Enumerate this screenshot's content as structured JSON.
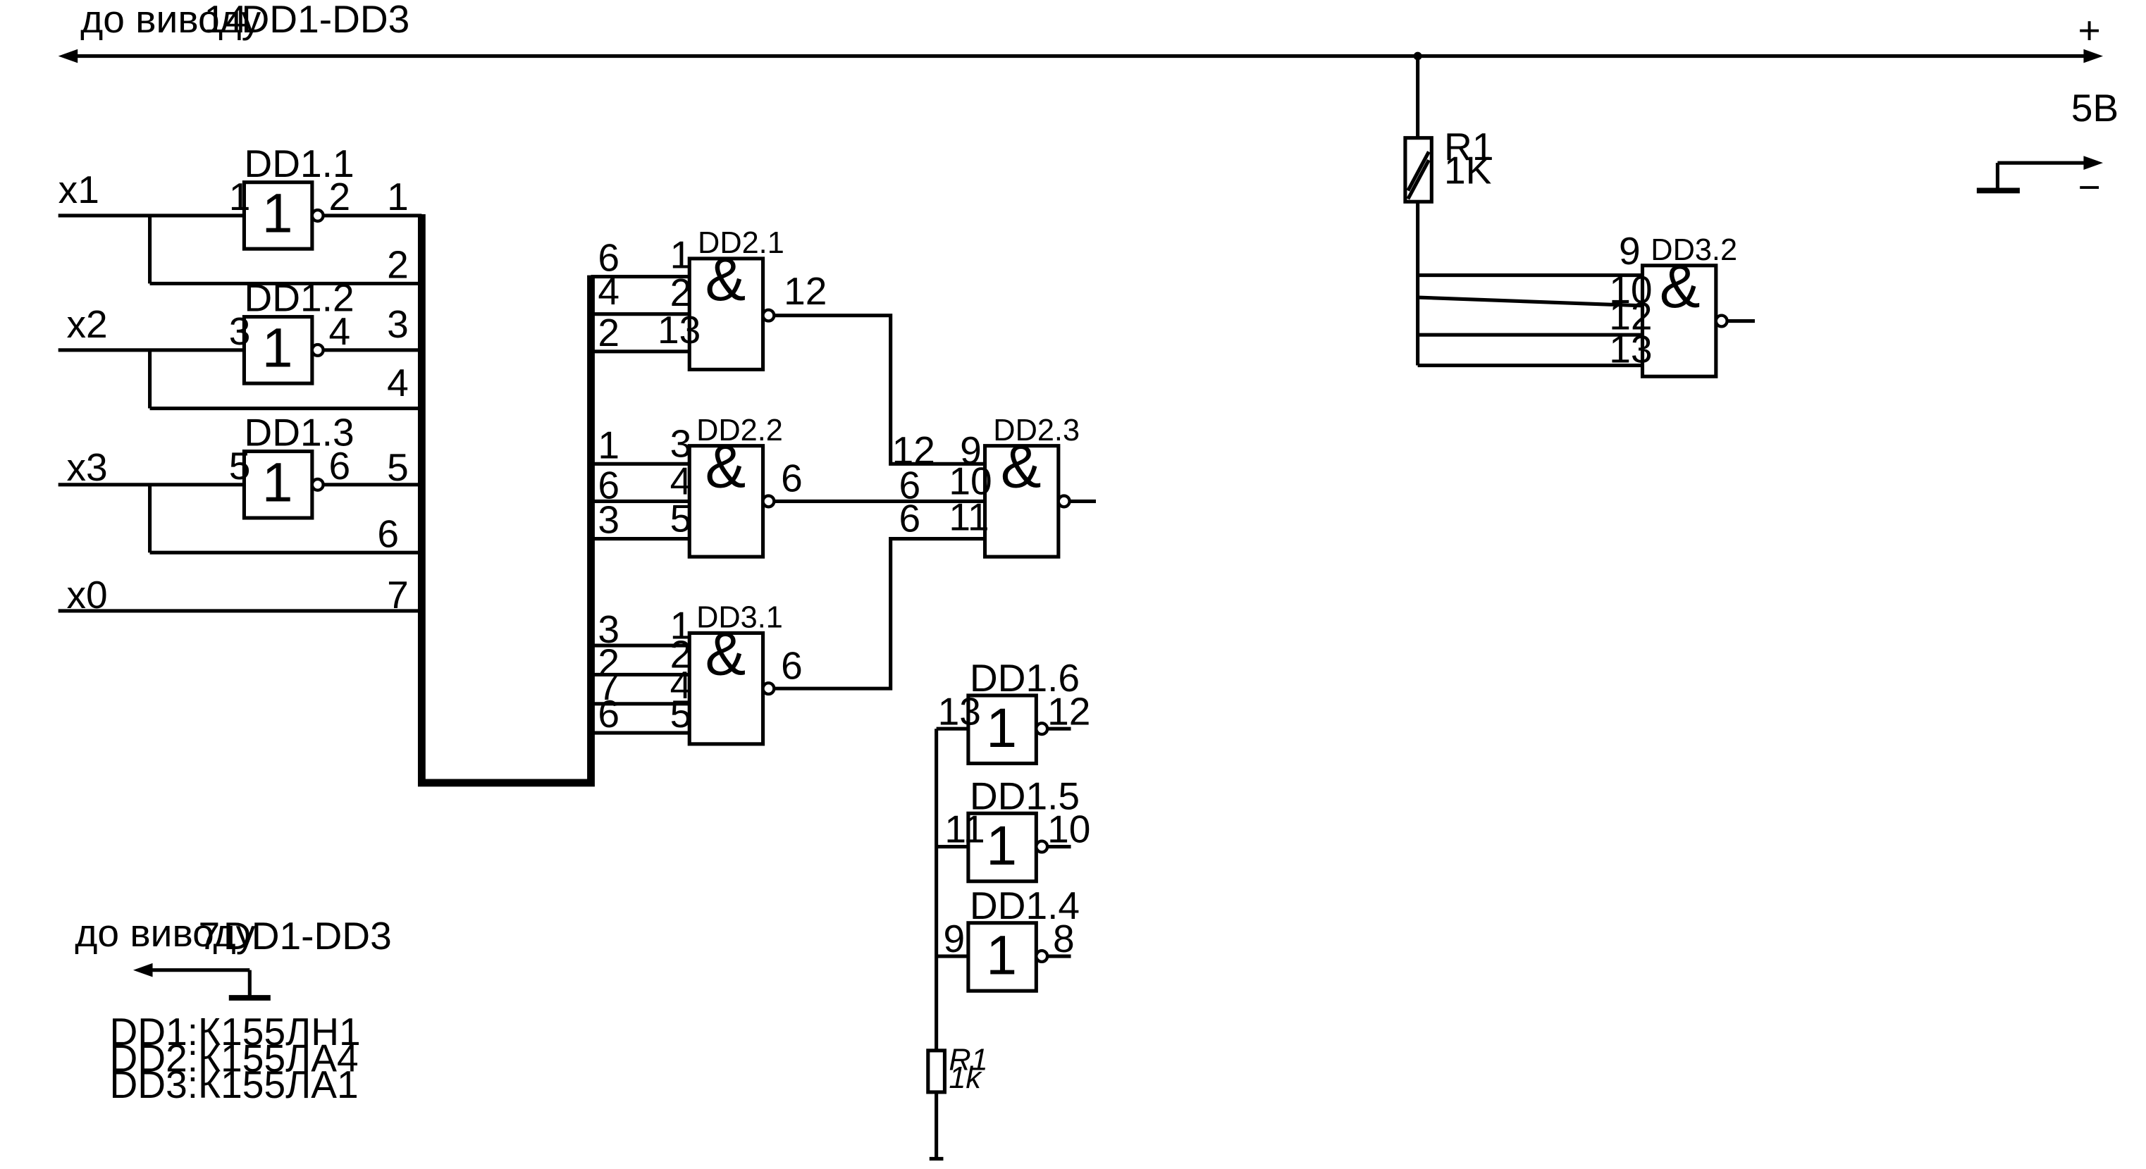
{
  "top_note": {
    "prefix": "до виводу",
    "pin": "14",
    "chips": "DD1-DD3"
  },
  "bottom_note": {
    "prefix": "до виводу",
    "pin": "7",
    "chips": "DD1-DD3"
  },
  "supply": {
    "plus": "+",
    "voltage": "5В",
    "minus": "−"
  },
  "inputs": [
    "x1",
    "x2",
    "x3",
    "x0"
  ],
  "bus_pin_labels": [
    "1",
    "2",
    "3",
    "4",
    "5",
    "6",
    "7"
  ],
  "resistor_top": {
    "name": "R1",
    "value": "1K"
  },
  "resistor_bottom": {
    "name": "R1",
    "value": "1k"
  },
  "chip_types": [
    "DD1:К155ЛН1",
    "DD2:К155ЛА4",
    "DD3:К155ЛА1"
  ],
  "not_gates": [
    {
      "name": "DD1.1",
      "symbol": "1",
      "in_pin": "1",
      "out_pin": "2"
    },
    {
      "name": "DD1.2",
      "symbol": "1",
      "in_pin": "3",
      "out_pin": "4"
    },
    {
      "name": "DD1.3",
      "symbol": "1",
      "in_pin": "5",
      "out_pin": "6"
    },
    {
      "name": "DD1.6",
      "symbol": "1",
      "in_pin": "13",
      "out_pin": "12"
    },
    {
      "name": "DD1.5",
      "symbol": "1",
      "in_pin": "11",
      "out_pin": "10"
    },
    {
      "name": "DD1.4",
      "symbol": "1",
      "in_pin": "9",
      "out_pin": "8"
    }
  ],
  "nand_gates": [
    {
      "name": "DD2.1",
      "symbol": "&",
      "in_pins": [
        "1",
        "2",
        "13"
      ],
      "out_pin": "12",
      "wire_labels": [
        "6",
        "4",
        "2"
      ]
    },
    {
      "name": "DD2.2",
      "symbol": "&",
      "in_pins": [
        "3",
        "4",
        "5"
      ],
      "out_pin": "6",
      "wire_labels": [
        "1",
        "6",
        "3"
      ]
    },
    {
      "name": "DD3.1",
      "symbol": "&",
      "in_pins": [
        "1",
        "2",
        "4",
        "5"
      ],
      "out_pin": "6",
      "wire_labels": [
        "3",
        "2",
        "7",
        "6"
      ]
    },
    {
      "name": "DD2.3",
      "symbol": "&",
      "in_pins": [
        "9",
        "10",
        "11"
      ],
      "out_pin": "",
      "wire_labels": [
        "12",
        "6",
        "6"
      ]
    },
    {
      "name": "DD3.2",
      "symbol": "&",
      "in_pins": [
        "9",
        "10",
        "12",
        "13"
      ],
      "out_pin": "",
      "wire_labels": []
    }
  ]
}
